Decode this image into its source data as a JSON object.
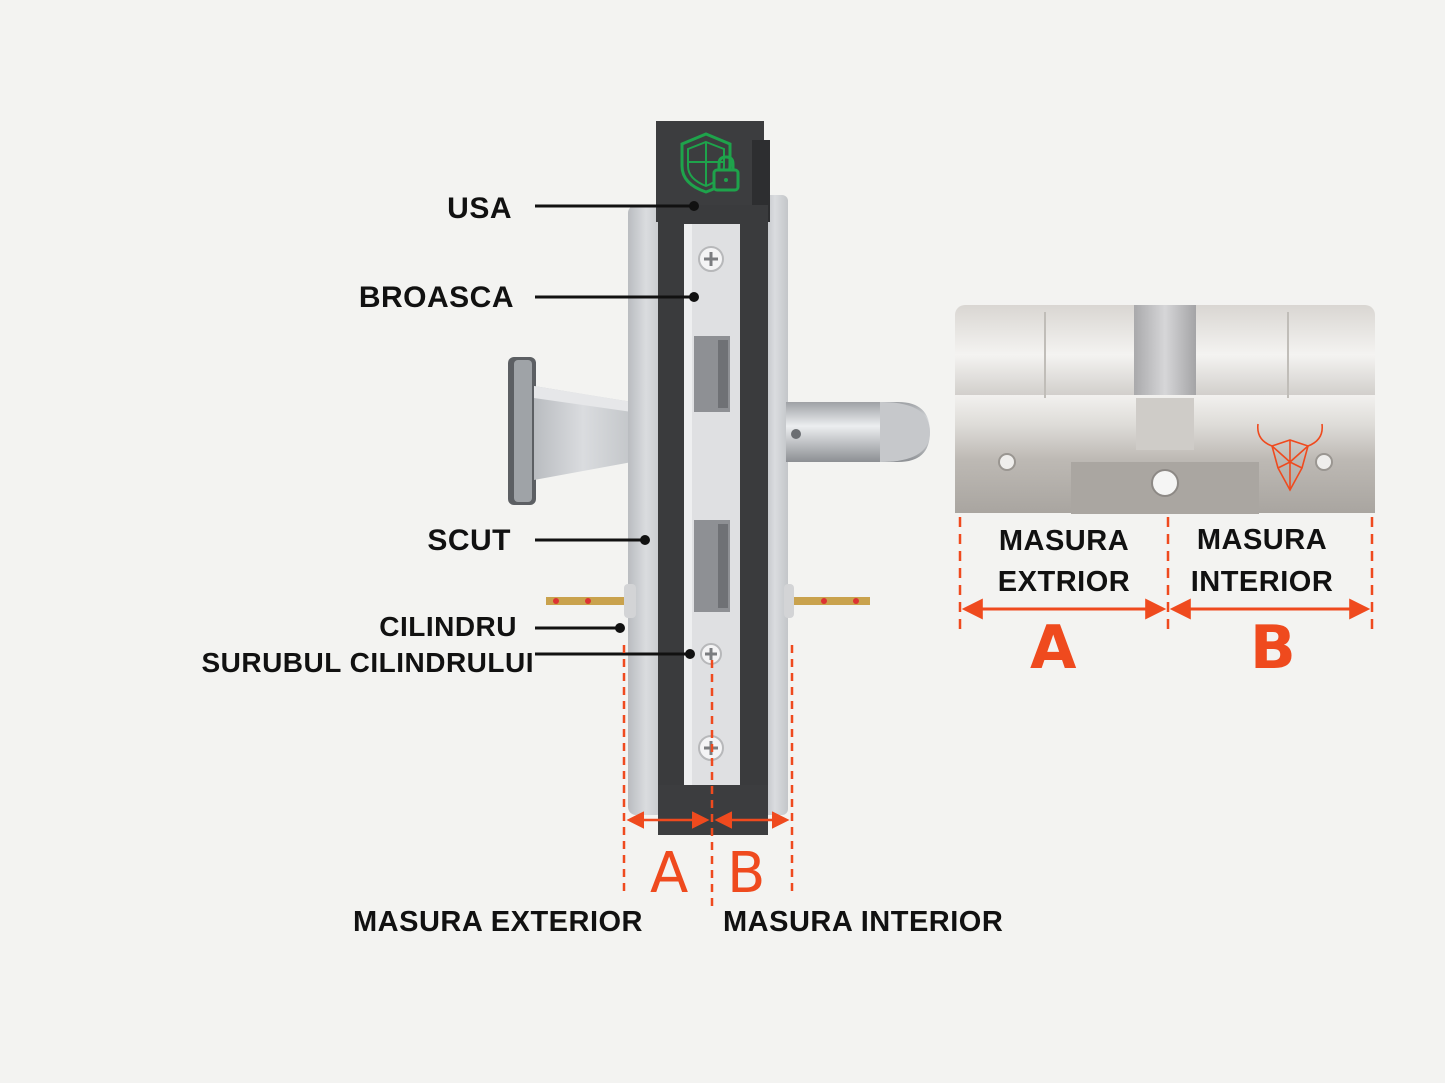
{
  "colors": {
    "background": "#f3f3f1",
    "accent": "#ef4a1e",
    "text": "#111111",
    "shield": "#1ea34b"
  },
  "icons": {
    "shield_lock": "shield-lock-icon",
    "bull_logo": "bull-head-icon",
    "screw": "screw-icon"
  },
  "callouts": {
    "usa": "USA",
    "broasca": "BROASCA",
    "scut": "SCUT",
    "cilindru": "CILINDRU",
    "surubul": "SURUBUL CILINDRULUI"
  },
  "lock_diagram": {
    "letter_a": "A",
    "letter_b": "B",
    "label_exterior": "MASURA EXTERIOR",
    "label_interior": "MASURA INTERIOR"
  },
  "cylinder_diagram": {
    "left_label_line1": "MASURA",
    "left_label_line2": "EXTRIOR",
    "right_label_line1": "MASURA",
    "right_label_line2": "INTERIOR",
    "letter_a": "A",
    "letter_b": "B"
  }
}
